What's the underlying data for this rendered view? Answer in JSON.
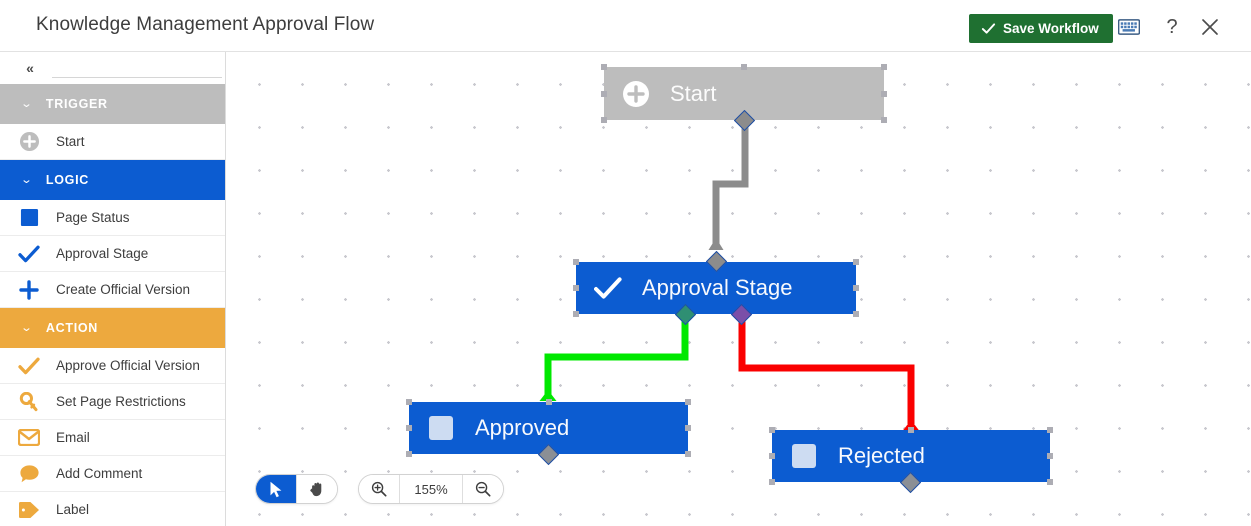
{
  "header": {
    "title": "Knowledge Management Approval Flow",
    "save_label": "Save Workflow",
    "save_icon": "check-icon",
    "save_color": "#1f7031",
    "keyboard_icon": "keyboard-icon",
    "help_label": "?",
    "close_icon": "close-icon"
  },
  "sidebar": {
    "collapse_icon": "chevron-double-left-icon",
    "search": {
      "value": "",
      "placeholder": ""
    },
    "groups": [
      {
        "label": "TRIGGER",
        "color": "#bdbdbd",
        "expanded": true,
        "items": [
          {
            "label": "Start",
            "icon": "plus-circle-icon",
            "icon_color": "#bdbdbd"
          }
        ]
      },
      {
        "label": "LOGIC",
        "color": "#0c5cd1",
        "expanded": true,
        "items": [
          {
            "label": "Page Status",
            "icon": "square-icon",
            "icon_color": "#0c5cd1"
          },
          {
            "label": "Approval Stage",
            "icon": "check-icon",
            "icon_color": "#0c5cd1"
          },
          {
            "label": "Create Official Version",
            "icon": "plus-icon",
            "icon_color": "#0c5cd1"
          }
        ]
      },
      {
        "label": "ACTION",
        "color": "#eda93e",
        "expanded": true,
        "items": [
          {
            "label": "Approve Official Version",
            "icon": "check-icon",
            "icon_color": "#eda93e"
          },
          {
            "label": "Set Page Restrictions",
            "icon": "key-icon",
            "icon_color": "#eda93e"
          },
          {
            "label": "Email",
            "icon": "envelope-icon",
            "icon_color": "#eda93e"
          },
          {
            "label": "Add Comment",
            "icon": "comment-icon",
            "icon_color": "#eda93e"
          },
          {
            "label": "Label",
            "icon": "tag-icon",
            "icon_color": "#eda93e"
          }
        ]
      }
    ]
  },
  "canvas": {
    "nodes": [
      {
        "id": "start",
        "label": "Start",
        "icon": "plus-circle-icon",
        "color": "#bdbdbd",
        "selected": true
      },
      {
        "id": "approval-stage",
        "label": "Approval Stage",
        "icon": "check-icon",
        "color": "#0c5cd1",
        "selected": true
      },
      {
        "id": "approved",
        "label": "Approved",
        "icon": "square-icon",
        "color": "#0c5cd1",
        "selected": true
      },
      {
        "id": "rejected",
        "label": "Rejected",
        "icon": "square-icon",
        "color": "#0c5cd1",
        "selected": true
      }
    ],
    "edges": [
      {
        "id": "start-to-approval",
        "from": "start",
        "to": "approval-stage",
        "color": "#8c8c8c"
      },
      {
        "id": "approval-to-approved",
        "from": "approval-stage",
        "to": "approved",
        "color": "#00e800"
      },
      {
        "id": "approval-to-rejected",
        "from": "approval-stage",
        "to": "rejected",
        "color": "#fa0000"
      }
    ]
  },
  "toolbar": {
    "select_tool_icon": "cursor-arrow-icon",
    "select_tool_active": true,
    "pan_tool_icon": "hand-icon",
    "pan_tool_active": false,
    "zoom_in_icon": "zoom-in-icon",
    "zoom_out_icon": "zoom-out-icon",
    "zoom_level": "155%"
  }
}
